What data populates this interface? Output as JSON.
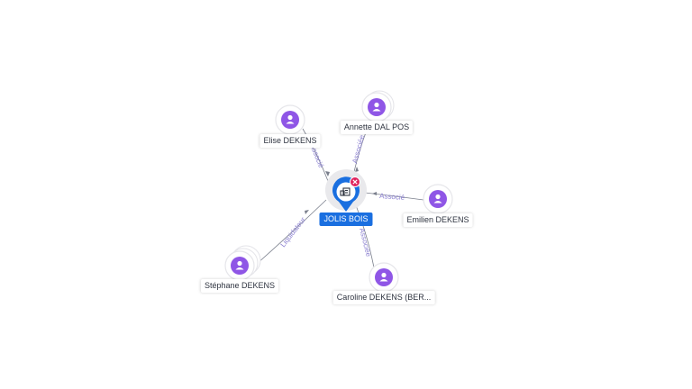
{
  "company": {
    "name": "JOLIS BOIS",
    "icon": "building-icon",
    "status_icon": "closed-x-icon",
    "brand_color": "#1a6fe0",
    "status_color": "#e0245e"
  },
  "people": [
    {
      "name": "Elise DEKENS",
      "relation": "Associé"
    },
    {
      "name": "Annette DAL POS",
      "relation": "Associée"
    },
    {
      "name": "Emilien DEKENS",
      "relation": "Associé"
    },
    {
      "name": "Caroline DEKENS (BER...",
      "relation": "Associée"
    },
    {
      "name": "Stéphane DEKENS",
      "relation": "Liquidateur"
    }
  ],
  "colors": {
    "person_node": "#8f56e6",
    "edge_label": "#8a7fd0"
  }
}
